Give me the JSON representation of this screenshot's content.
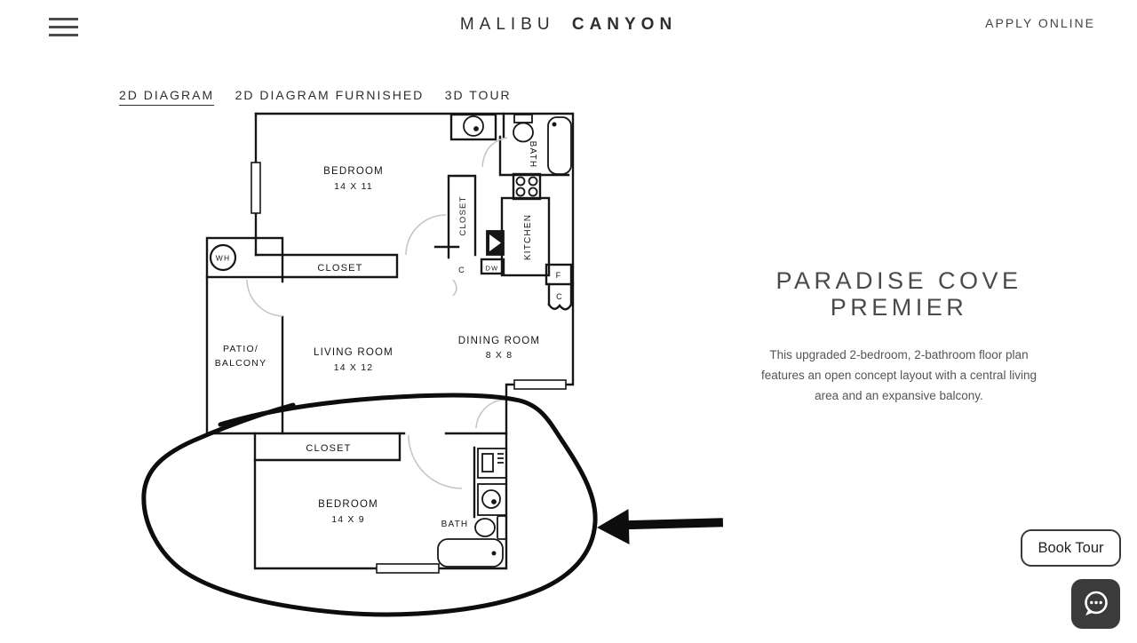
{
  "header": {
    "logo_primary": "MALIBU",
    "logo_secondary": "CANYON",
    "apply_link": "APPLY ONLINE"
  },
  "tabs": {
    "tab_2d": "2D DIAGRAM",
    "tab_2d_furnished": "2D DIAGRAM FURNISHED",
    "tab_3d": "3D TOUR",
    "active_tab": "2D DIAGRAM"
  },
  "floorplan": {
    "bedroom1_label": "BEDROOM",
    "bedroom1_dims": "14 X 11",
    "bath1_label": "BATH",
    "closet_hall_label": "CLOSET",
    "kitchen_label": "KITCHEN",
    "closet_bedroom1_label": "CLOSET",
    "wh_label": "WH",
    "patio_line1": "PATIO/",
    "patio_line2": "BALCONY",
    "living_label": "LIVING ROOM",
    "living_dims": "14 X 12",
    "dining_label": "DINING ROOM",
    "dining_dims": "8 X 8",
    "c_hall_label": "C",
    "dw_label": "DW",
    "f_label": "F",
    "c_closet_label": "C",
    "closet_bedroom2_label": "CLOSET",
    "bedroom2_label": "BEDROOM",
    "bedroom2_dims": "14 X 9",
    "bath2_label": "BATH"
  },
  "panel": {
    "title_line1": "PARADISE COVE",
    "title_line2": "PREMIER",
    "description_lines": [
      "This upgraded 2-bedroom, 2-bathroom floor plan",
      "features an open concept layout with a central living",
      "area and an expansive balcony."
    ]
  },
  "actions": {
    "book_tour": "Book Tour"
  },
  "colors": {
    "accent_dark": "#3b3b3b",
    "title_gray": "#4a4a4a",
    "annotation_black": "#0d0d0d"
  }
}
